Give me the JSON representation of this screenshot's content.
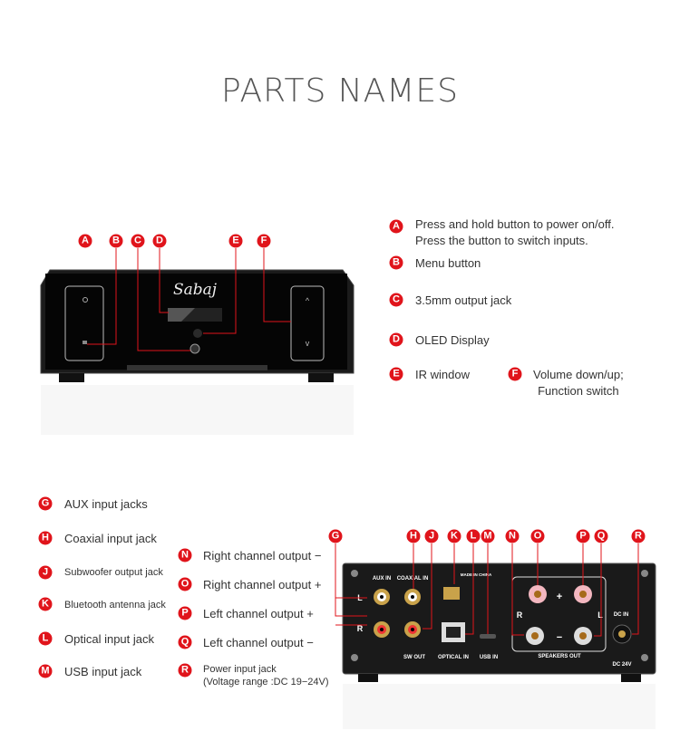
{
  "title": "PARTS NAMES",
  "front_device": {
    "logo": "Sabaj"
  },
  "back_device": {
    "panel_labels": {
      "aux_in": "AUX IN",
      "coaxial_in": "COAXIAL IN",
      "sw_out": "SW OUT",
      "optical_in": "OPTICAL IN",
      "usb_in": "USB IN",
      "speakers_out": "SPEAKERS OUT",
      "dc_in": "DC IN",
      "dc_voltage": "DC 24V",
      "made_in": "MADE IN CHINA",
      "left": "L",
      "right": "R",
      "plus": "+",
      "minus": "−"
    }
  },
  "front_legend": [
    {
      "letter": "A",
      "text": "Press and hold button to power on/off.",
      "text2": "Press the button to switch inputs."
    },
    {
      "letter": "B",
      "text": "Menu button"
    },
    {
      "letter": "C",
      "text": "3.5mm output jack"
    },
    {
      "letter": "D",
      "text": "OLED Display"
    },
    {
      "letter": "E",
      "text": "IR window"
    },
    {
      "letter": "F",
      "text": "Volume down/up;",
      "text2": "Function switch"
    }
  ],
  "back_legend_left": [
    {
      "letter": "G",
      "text": "AUX input jacks"
    },
    {
      "letter": "H",
      "text": "Coaxial input jack"
    },
    {
      "letter": "J",
      "text": "Subwoofer output jack"
    },
    {
      "letter": "K",
      "text": "Bluetooth antenna jack"
    },
    {
      "letter": "L",
      "text": "Optical input jack"
    },
    {
      "letter": "M",
      "text": "USB input jack"
    }
  ],
  "back_legend_mid": [
    {
      "letter": "N",
      "text": "Right channel output −"
    },
    {
      "letter": "O",
      "text": "Right channel output +"
    },
    {
      "letter": "P",
      "text": "Left channel output +"
    },
    {
      "letter": "Q",
      "text": "Left channel output −"
    },
    {
      "letter": "R",
      "text": "Power input jack",
      "text2": "(Voltage range :DC 19−24V)"
    }
  ],
  "colors": {
    "marker": "#e0141b",
    "device": "#1a1a1a"
  }
}
